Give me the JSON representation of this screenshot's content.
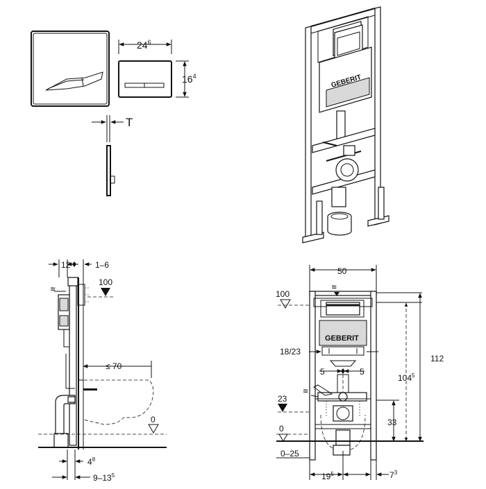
{
  "plate_dims": {
    "width": "24",
    "width_sup": "6",
    "height": "16",
    "height_sup": "4",
    "thickness": "T"
  },
  "brand": {
    "logo": "GEBERIT"
  },
  "side_view": {
    "dim_frame_depth": "12",
    "dim_adjust": "1–6",
    "dim_level_100": "100",
    "dim_projection": "≤ 70",
    "dim_floor": "0",
    "dim_bottom_small": "4",
    "dim_bottom_small_sup": "8",
    "dim_bottom_range": "9–13",
    "dim_bottom_range_sup": "5"
  },
  "front_view": {
    "dim_width": "50",
    "dim_level_100": "100",
    "dim_total_height": "112",
    "dim_inner_height": "104",
    "dim_inner_height_sup": "5",
    "dim_bolt_range": "18/23",
    "dim_half_left": "5",
    "dim_half_right": "5",
    "dim_level_23": "23",
    "dim_level_33": "33",
    "dim_floor": "0",
    "dim_floor_range": "0–25",
    "dim_bottom_left": "19",
    "dim_bottom_left_sup": "5",
    "dim_bottom_right": "7",
    "dim_bottom_right_sup": "3"
  }
}
